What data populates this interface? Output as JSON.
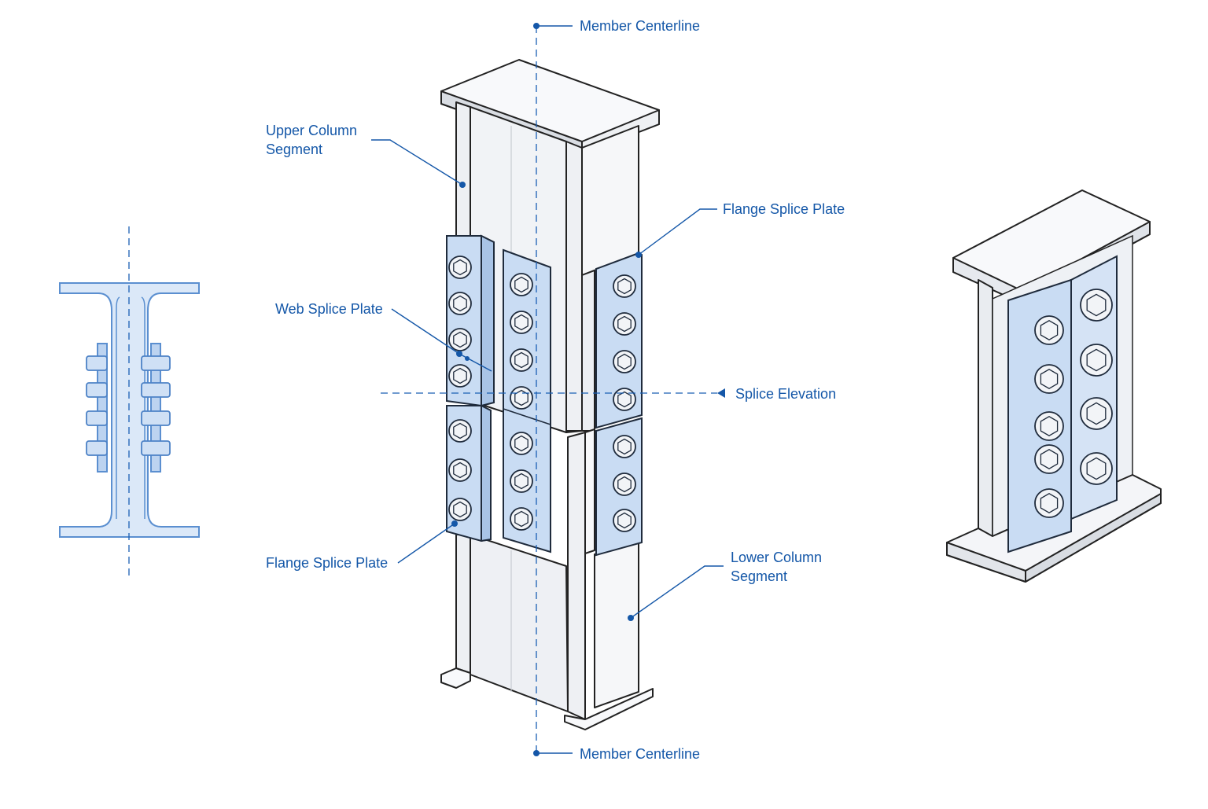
{
  "labels": {
    "member_centerline_top": "Member Centerline",
    "member_centerline_bottom": "Member Centerline",
    "upper_column_line1": "Upper Column",
    "upper_column_line2": "Segment",
    "web_splice_plate": "Web Splice Plate",
    "flange_splice_plate_right": "Flange Splice Plate",
    "flange_splice_plate_left": "Flange Splice Plate",
    "splice_elevation": "Splice Elevation",
    "lower_column_line1": "Lower Column",
    "lower_column_line2": "Segment"
  },
  "colors": {
    "annotation": "#1457a8",
    "plate_fill": "#c9dcf3",
    "section_fill": "#dbe8f8",
    "outline": "#222222"
  }
}
